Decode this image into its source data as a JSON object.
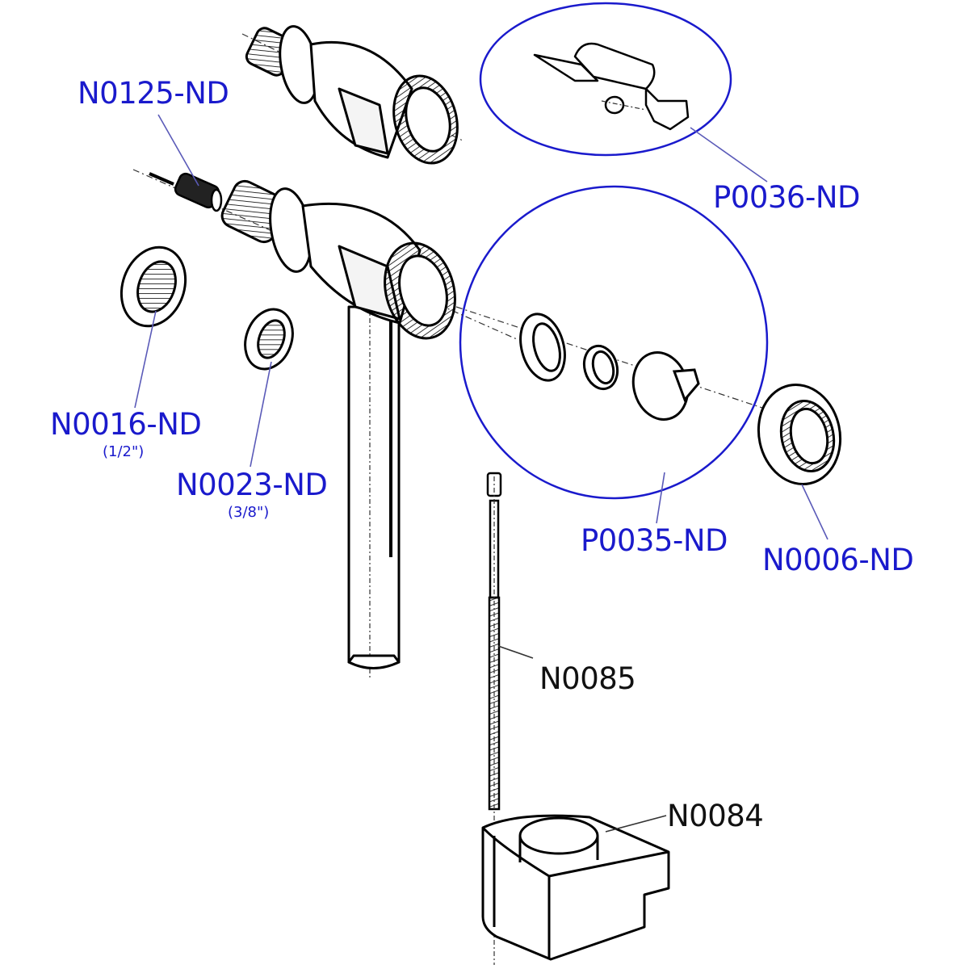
{
  "diagram": {
    "title": "Fill valve exploded parts diagram",
    "colors": {
      "label_blue": "#1a1acc",
      "label_black": "#111111",
      "group_circle": "#1a1acc",
      "leader_blue": "#5a5ab8",
      "leader_black": "#333333",
      "line_art": "#000000"
    },
    "parts": [
      {
        "id": "N0125-ND",
        "label": "N0125-ND",
        "note": "",
        "color": "blue",
        "depicts": "valve pin / needle insert"
      },
      {
        "id": "P0036-ND",
        "label": "P0036-ND",
        "note": "",
        "color": "blue",
        "depicts": "float arm lever assembly"
      },
      {
        "id": "N0016-ND",
        "label": "N0016-ND",
        "note": "(1/2\")",
        "color": "blue",
        "depicts": "adapter ring 1/2 inch"
      },
      {
        "id": "N0023-ND",
        "label": "N0023-ND",
        "note": "(3/8\")",
        "color": "blue",
        "depicts": "adapter ring 3/8 inch"
      },
      {
        "id": "P0035-ND",
        "label": "P0035-ND",
        "note": "",
        "color": "blue",
        "depicts": "valve seal / membrane set"
      },
      {
        "id": "N0006-ND",
        "label": "N0006-ND",
        "note": "",
        "color": "blue",
        "depicts": "knurled union nut"
      },
      {
        "id": "N0085",
        "label": "N0085",
        "note": "",
        "color": "black",
        "depicts": "threaded float rod"
      },
      {
        "id": "N0084",
        "label": "N0084",
        "note": "",
        "color": "black",
        "depicts": "float body"
      }
    ]
  }
}
